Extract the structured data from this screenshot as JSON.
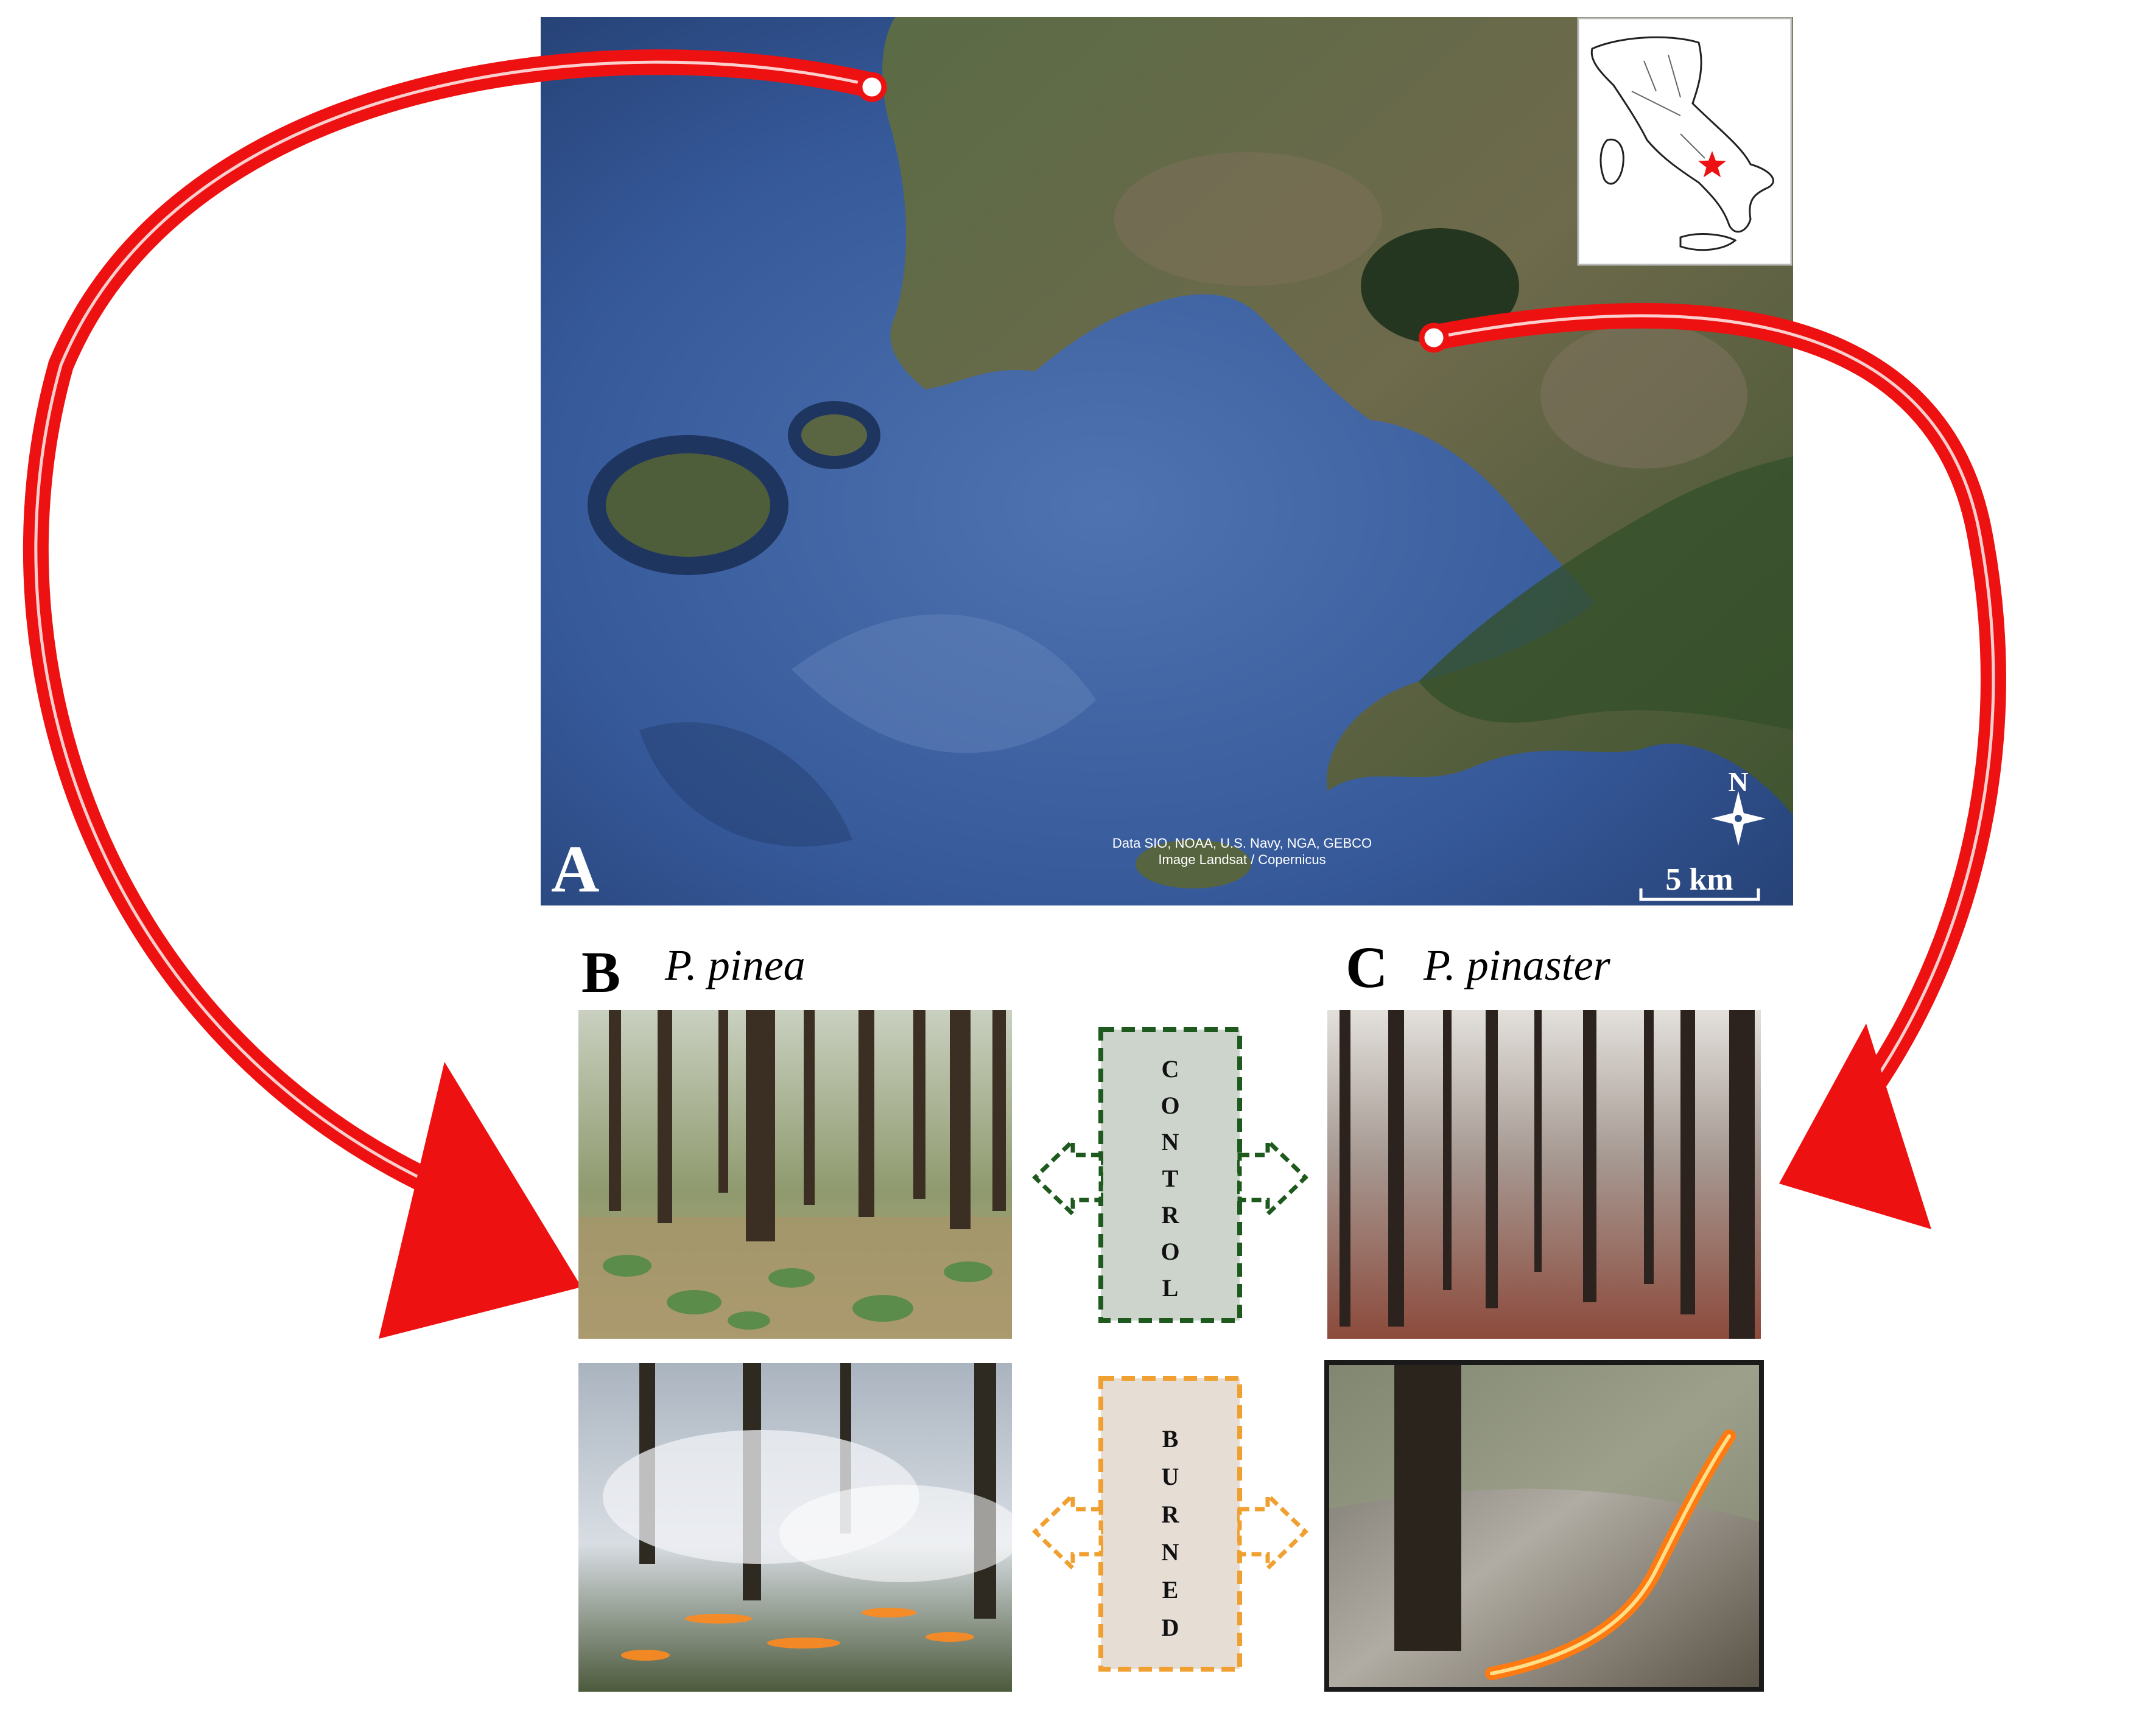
{
  "panels": {
    "a": {
      "letter": "A",
      "attribution_line1": "Data SIO, NOAA, U.S. Navy, NGA, GEBCO",
      "attribution_line2": "Image Landsat / Copernicus",
      "scale_label": "5 km",
      "north_label": "N"
    },
    "b": {
      "letter": "B",
      "species": "P. pinea"
    },
    "c": {
      "letter": "C",
      "species": "P. pinaster"
    }
  },
  "treatments": {
    "control": {
      "letters": [
        "C",
        "O",
        "N",
        "T",
        "R",
        "O",
        "L"
      ],
      "color": "#1e5a1e",
      "fill": "#ccd4cc"
    },
    "burned": {
      "letters": [
        "B",
        "U",
        "R",
        "N",
        "E",
        "D"
      ],
      "color": "#f0a030",
      "fill": "#e6ddd5"
    }
  },
  "colors": {
    "arrow": "#ee1111",
    "sea": "#2a4f86",
    "land": "#4a5c36"
  },
  "icons": {
    "site_marker": "circle-marker-icon",
    "north_arrow": "compass-star-icon",
    "location_star": "star-icon"
  }
}
